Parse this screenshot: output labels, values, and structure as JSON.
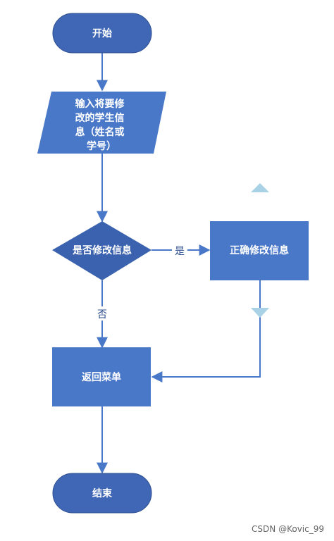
{
  "colors": {
    "terminal_fill": "#3f67b5",
    "node_fill": "#4a78c8",
    "decision_fill": "#3a62ae",
    "edge": "#4a78c8",
    "edge_label": "#2e4f8f",
    "marker": "#a9d2e6"
  },
  "nodes": {
    "start": {
      "text": "开始",
      "shape": "terminal"
    },
    "input": {
      "lines": [
        "输入将要修",
        "改的学生信",
        "息（姓名或",
        "学号）"
      ],
      "shape": "parallelogram"
    },
    "decision": {
      "text": "是否修改信息",
      "shape": "diamond"
    },
    "modify": {
      "text": "正确修改信息",
      "shape": "process"
    },
    "menu": {
      "text": "返回菜单",
      "shape": "process"
    },
    "end": {
      "text": "结束",
      "shape": "terminal"
    }
  },
  "edges": {
    "yes_label": "是",
    "no_label": "否"
  },
  "markers": [
    "up-triangle-marker",
    "down-triangle-marker"
  ],
  "watermark": "CSDN @Kovic_99"
}
